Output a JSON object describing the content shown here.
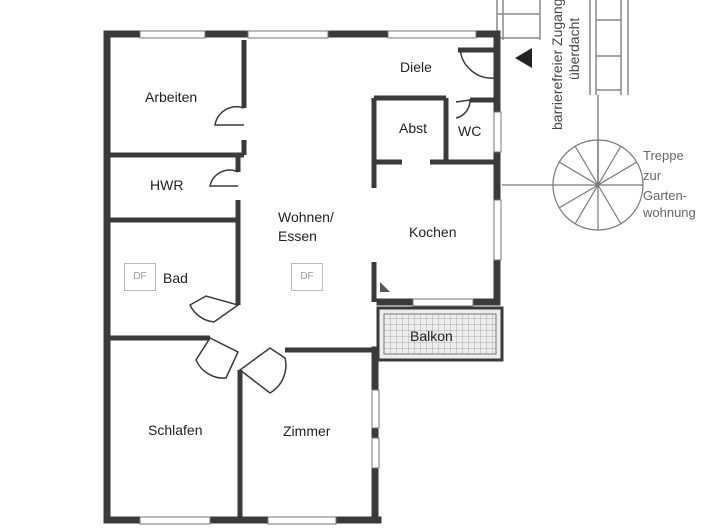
{
  "rooms": {
    "diele": "Diele",
    "arbeiten": "Arbeiten",
    "abst": "Abst",
    "wc": "WC",
    "hwr": "HWR",
    "wohnen_line1": "Wohnen/",
    "wohnen_line2": "Essen",
    "kochen": "Kochen",
    "bad": "Bad",
    "balkon": "Balkon",
    "schlafen": "Schlafen",
    "zimmer": "Zimmer"
  },
  "markers": {
    "df_bad": "DF",
    "df_wohnen": "DF"
  },
  "entrance": {
    "line1": "barrierefreier Zugang",
    "line2": "überdacht"
  },
  "stairs": {
    "line1": "Treppe",
    "line2": "zur",
    "line3": "Garten-",
    "line4": "wohnung"
  },
  "colors": {
    "wall": "#3a3a3a",
    "window": "#ffffff",
    "balcony_fill": "#e8e8e8",
    "thin_line": "#666666"
  }
}
